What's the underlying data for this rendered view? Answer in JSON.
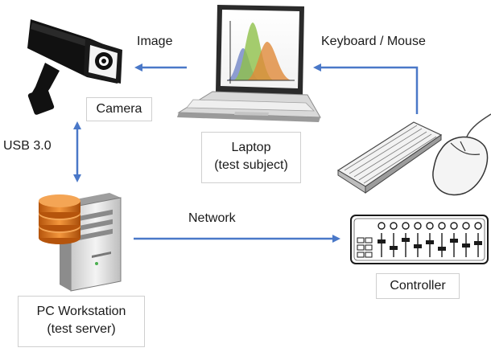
{
  "labels": {
    "image": "Image",
    "keyboard_mouse": "Keyboard / Mouse",
    "camera": "Camera",
    "usb": "USB 3.0",
    "laptop_line1": "Laptop",
    "laptop_line2": "(test subject)",
    "network": "Network",
    "pc_line1": "PC Workstation",
    "pc_line2": "(test server)",
    "controller": "Controller"
  },
  "colors": {
    "arrow": "#4a78c8",
    "disk_orange": "#e07a1e",
    "curve_blue": "#6a7fc4",
    "curve_green": "#8ec04a",
    "curve_orange": "#e08a3a"
  },
  "icons": [
    "camera-icon",
    "laptop-icon",
    "keyboard-icon",
    "mouse-icon",
    "server-icon",
    "controller-icon"
  ]
}
